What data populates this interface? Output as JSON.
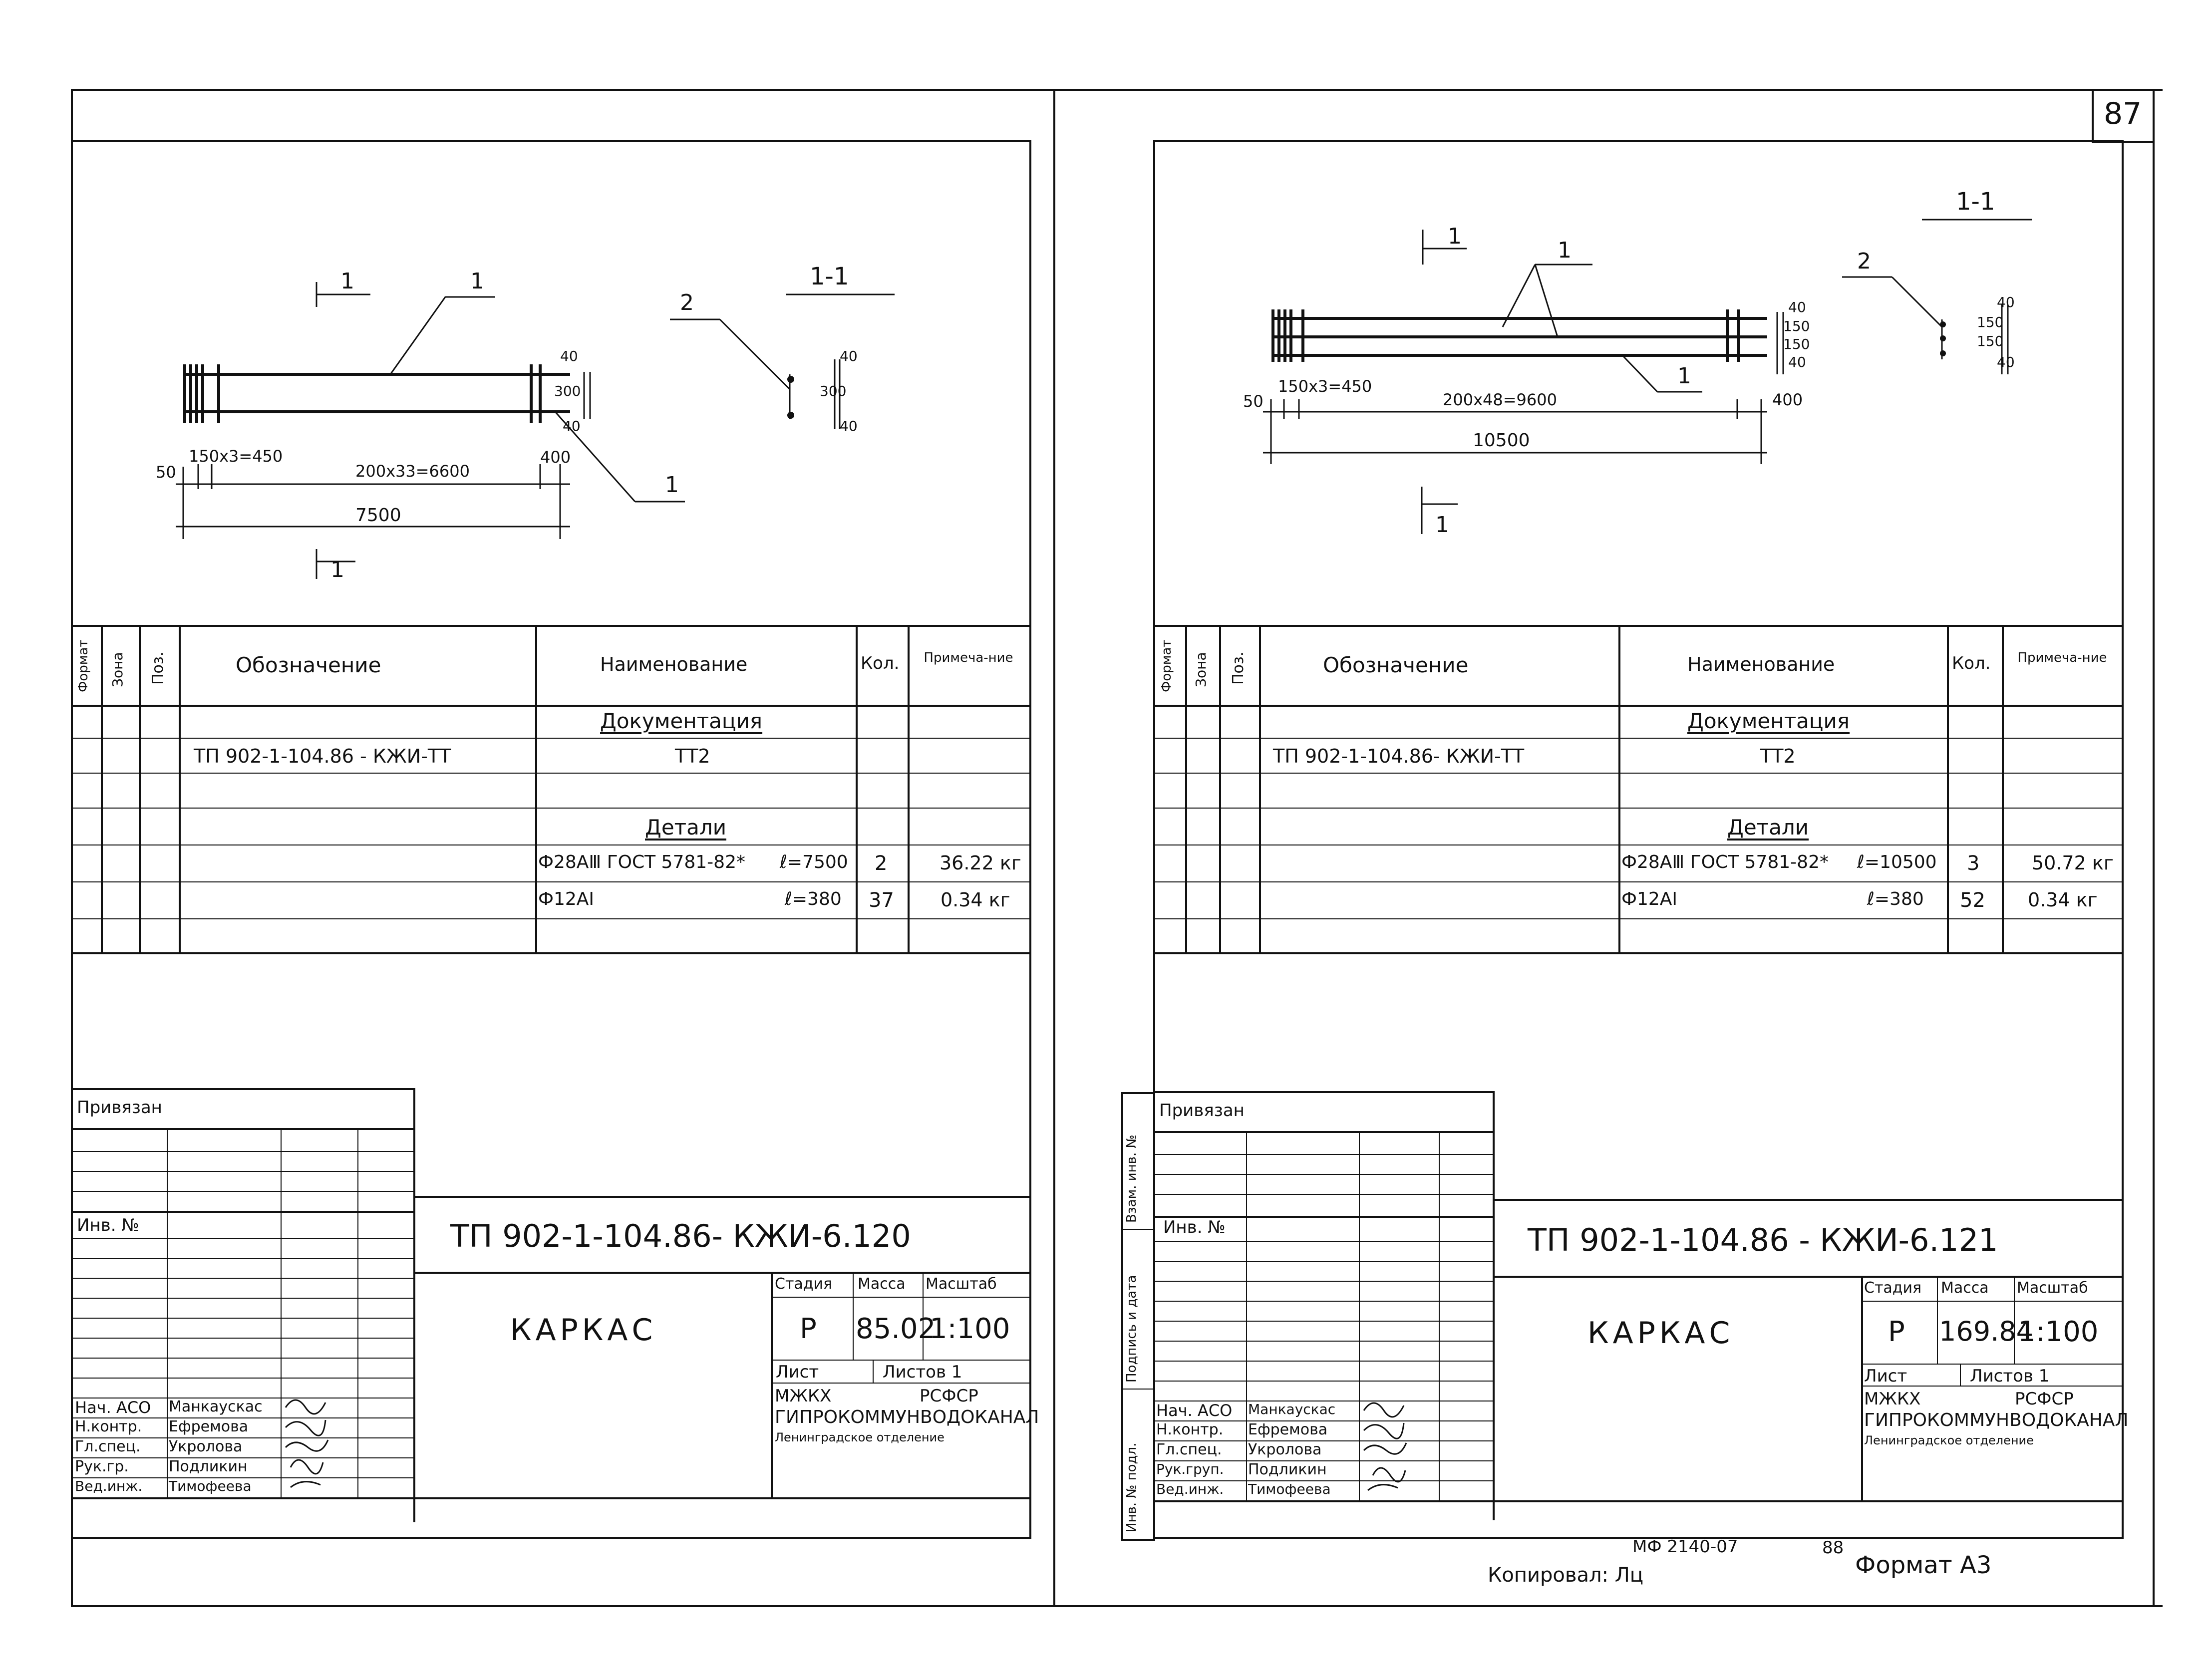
{
  "page_number": "87",
  "sheets": [
    {
      "drawing": {
        "section_mark": "1",
        "section_title": "1-1",
        "callout_1_top": "1",
        "callout_1_bottom": "1",
        "callout_2": "2",
        "dim_50": "50",
        "dim_end_spacing": "150x3=450",
        "dim_main_spacing": "200x33=6600",
        "dim_400": "400",
        "dim_total": "7500",
        "section_dims": [
          "40",
          "300",
          "40"
        ]
      },
      "spec": {
        "headers": {
          "format": "Формат",
          "zone": "Зона",
          "pos": "Поз.",
          "designation": "Обозначение",
          "name": "Наименование",
          "qty": "Кол.",
          "note": "Примеча-ние"
        },
        "doc_heading": "Документация",
        "doc_designation": "ТП 902-1-104.86 - КЖИ-ТТ",
        "doc_name": "ТТ2",
        "details_heading": "Детали",
        "rows": [
          {
            "name": "Ф28АⅢ ГОСТ 5781-82*",
            "length": "ℓ=7500",
            "qty": "2",
            "note": "36.22 кг"
          },
          {
            "name": "Ф12АI",
            "length": "ℓ=380",
            "qty": "37",
            "note": "0.34 кг"
          }
        ]
      },
      "title_block": {
        "privyazan": "Привязан",
        "inv_no": "Инв. №",
        "code": "ТП 902-1-104.86- КЖИ-6.120",
        "name": "КАРКАС",
        "stage_label": "Стадия",
        "mass_label": "Масса",
        "scale_label": "Масштаб",
        "stage": "Р",
        "mass": "85.02",
        "scale": "1:100",
        "sheet_label": "Лист",
        "sheets_label": "Листов 1",
        "org1": "МЖКХ",
        "org2": "РСФСР",
        "org3": "ГИПРОКОММУНВОДОКАНАЛ",
        "org4": "Ленинградское отделение",
        "staff": [
          {
            "role": "Нач. АСО",
            "name": "Манкаускас"
          },
          {
            "role": "Н.контр.",
            "name": "Ефремова"
          },
          {
            "role": "Гл.спец.",
            "name": "Укролова"
          },
          {
            "role": "Рук.гр.",
            "name": "Подликин"
          },
          {
            "role": "Вед.инж.",
            "name": "Тимофеева"
          }
        ]
      }
    },
    {
      "drawing": {
        "section_mark": "1",
        "section_title": "1-1",
        "callout_1_top": "1",
        "callout_1_bottom": "1",
        "callout_2": "2",
        "dim_50": "50",
        "dim_end_spacing": "150x3=450",
        "dim_main_spacing": "200x48=9600",
        "dim_400": "400",
        "dim_total": "10500",
        "section_dims": [
          "40",
          "150",
          "150",
          "40"
        ]
      },
      "spec": {
        "headers": {
          "format": "Формат",
          "zone": "Зона",
          "pos": "Поз.",
          "designation": "Обозначение",
          "name": "Наименование",
          "qty": "Кол.",
          "note": "Примеча-ние"
        },
        "doc_heading": "Документация",
        "doc_designation": "ТП 902-1-104.86- КЖИ-ТТ",
        "doc_name": "ТТ2",
        "details_heading": "Детали",
        "rows": [
          {
            "name": "Ф28АⅢ ГОСТ 5781-82*",
            "length": "ℓ=10500",
            "qty": "3",
            "note": "50.72 кг"
          },
          {
            "name": "Ф12АI",
            "length": "ℓ=380",
            "qty": "52",
            "note": "0.34 кг"
          }
        ]
      },
      "side_stamp": {
        "vzam": "Взам. инв. №",
        "podpis": "Подпись и дата",
        "inv_podl": "Инв. № подл."
      },
      "title_block": {
        "privyazan": "Привязан",
        "inv_no": "Инв. №",
        "code": "ТП 902-1-104.86 - КЖИ-6.121",
        "name": "КАРКАС",
        "stage_label": "Стадия",
        "mass_label": "Масса",
        "scale_label": "Масштаб",
        "stage": "Р",
        "mass": "169.84",
        "scale": "1:100",
        "sheet_label": "Лист",
        "sheets_label": "Листов 1",
        "org1": "МЖКХ",
        "org2": "РСФСР",
        "org3": "ГИПРОКОММУНВОДОКАНАЛ",
        "org4": "Ленинградское отделение",
        "staff": [
          {
            "role": "Нач. АСО",
            "name": "Манкаускас"
          },
          {
            "role": "Н.контр.",
            "name": "Ефремова"
          },
          {
            "role": "Гл.спец.",
            "name": "Укролова"
          },
          {
            "role": "Рук.груп.",
            "name": "Подликин"
          },
          {
            "role": "Вед.инж.",
            "name": "Тимофеева"
          }
        ]
      }
    }
  ],
  "footer": {
    "copied": "Копировал: Лц",
    "code": "МФ 2140-07",
    "number": "88",
    "format": "Формат А3"
  }
}
